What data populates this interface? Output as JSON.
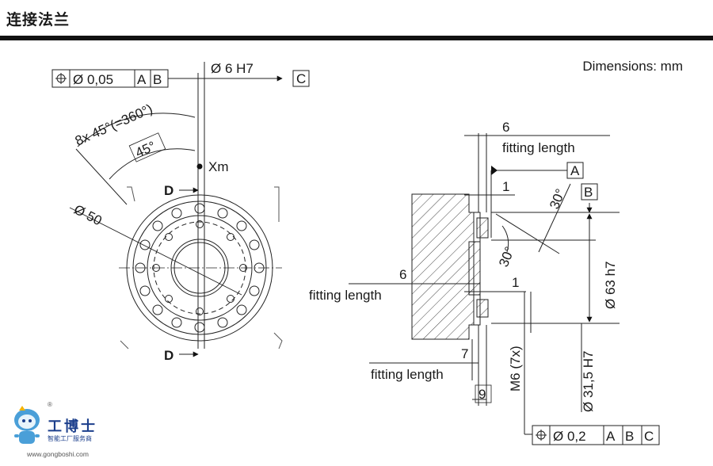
{
  "header": {
    "title": "连接法兰"
  },
  "units_note": "Dimensions: mm",
  "front_view": {
    "tolerance_frame": [
      "⌖",
      "Ø 0,05",
      "A",
      "B"
    ],
    "pin_hole_dim": "Ø 6 H7",
    "datum_c": "C",
    "angle_total": "8x 45°(=360°)",
    "angle_single": "45°",
    "xm_label": "Xm",
    "section_top": "D",
    "section_bottom": "D",
    "bolt_circle": "Ø 50"
  },
  "side_view": {
    "dim_6_top": "6",
    "fitting_length_top": "fitting length",
    "datum_a": "A",
    "dim_1_top": "1",
    "angle_30_top": "30°",
    "datum_b": "B",
    "angle_30_mid": "30°",
    "dim_6_mid": "6",
    "fitting_length_mid": "fitting length",
    "dim_1_mid": "1",
    "dia_63": "Ø 63 h7",
    "dim_7": "7",
    "fitting_length_bottom": "fitting length",
    "thread": "M6 (7x)",
    "dia_31": "Ø 31,5 H7",
    "dim_9": "9",
    "tolerance_frame": [
      "⌖",
      "Ø 0,2",
      "A",
      "B",
      "C"
    ]
  },
  "watermark": {
    "brand": "工博士",
    "tagline": "智能工厂服务商",
    "url": "www.gongboshi.com",
    "reg": "®"
  }
}
